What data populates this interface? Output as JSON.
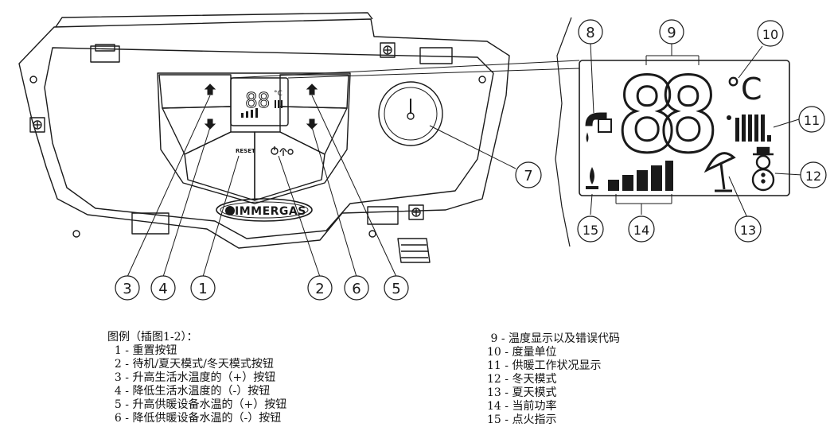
{
  "brand": "IMMERGAS",
  "panel": {
    "reset_label": "RESET",
    "mini_display_digits": "88",
    "mini_unit": "°C"
  },
  "display": {
    "digits": "88",
    "unit": "°C"
  },
  "callouts": [
    "1",
    "2",
    "3",
    "4",
    "5",
    "6",
    "7",
    "8",
    "9",
    "10",
    "11",
    "12",
    "13",
    "14",
    "15"
  ],
  "legend": {
    "title": "图例（插图1-2）：",
    "left": [
      {
        "num": "1",
        "text": "重置按钮"
      },
      {
        "num": "2",
        "text": "待机/夏天模式/冬天模式按钮"
      },
      {
        "num": "3",
        "text": "升高生活水温度的（+）按钮"
      },
      {
        "num": "4",
        "text": "降低生活水温度的（-）按钮"
      },
      {
        "num": "5",
        "text": "升高供暖设备水温的（+）按钮"
      },
      {
        "num": "6",
        "text": "降低供暖设备水温的（-）按钮"
      }
    ],
    "right": [
      {
        "num": "9",
        "text": "温度显示以及错误代码"
      },
      {
        "num": "10",
        "text": "度量单位"
      },
      {
        "num": "11",
        "text": "供暖工作状况显示"
      },
      {
        "num": "12",
        "text": "冬天模式"
      },
      {
        "num": "13",
        "text": "夏天模式"
      },
      {
        "num": "14",
        "text": "当前功率"
      },
      {
        "num": "15",
        "text": "点火指示"
      }
    ]
  },
  "colors": {
    "line": "#1a1a1a",
    "paper": "#ffffff"
  }
}
